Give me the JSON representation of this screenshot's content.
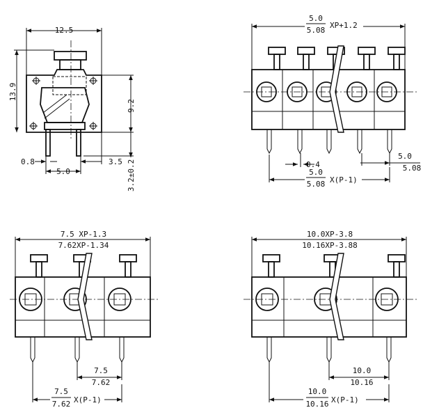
{
  "side_view": {
    "width": "12.5",
    "height": "13.9",
    "body_height": "9.2",
    "pin_width": "0.8",
    "pin_spacing": "5.0",
    "offset": "3.5",
    "pin_length": "3.2±0.2"
  },
  "view_5mm": {
    "top_a": "5.0",
    "top_b": "5.08",
    "top_formula": "XP+1.2",
    "pin_gap": "0.4",
    "pitch_a": "5.0",
    "pitch_b": "5.08",
    "span_a": "5.0",
    "span_b": "5.08",
    "span_formula": "X(P-1)"
  },
  "view_7_5mm": {
    "top_line1": "7.5 XP-1.3",
    "top_line2": "7.62XP-1.34",
    "pitch_a": "7.5",
    "pitch_b": "7.62",
    "span_a": "7.5",
    "span_b": "7.62",
    "span_formula": "X(P-1)"
  },
  "view_10mm": {
    "top_line1": "10.0XP-3.8",
    "top_line2": "10.16XP-3.88",
    "pitch_a": "10.0",
    "pitch_b": "10.16",
    "span_a": "10.0",
    "span_b": "10.16",
    "span_formula": "X(P-1)"
  }
}
